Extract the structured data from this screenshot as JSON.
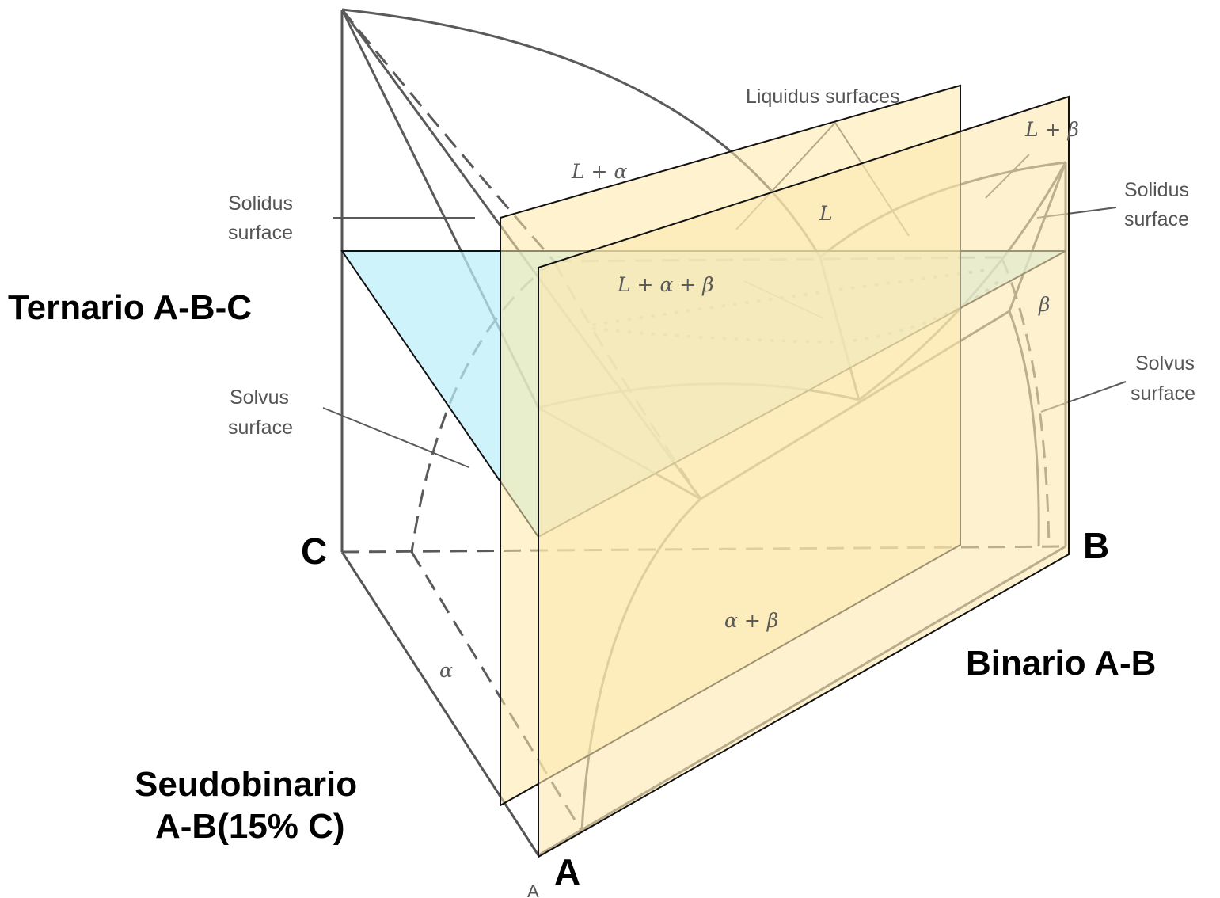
{
  "labels": {
    "liquidus": "Liquidus surfaces",
    "solidus_left_1": "Solidus",
    "solidus_left_2": "surface",
    "solidus_right_1": "Solidus",
    "solidus_right_2": "surface",
    "solvus_left_1": "Solvus",
    "solvus_left_2": "surface",
    "solvus_right_1": "Solvus",
    "solvus_right_2": "surface"
  },
  "phases": {
    "l_alpha": "L + α",
    "l_beta": "L + β",
    "l": "L",
    "l_alpha_beta": "L + α + β",
    "beta": "β",
    "alpha": "α",
    "alpha_beta": "α + β"
  },
  "overlay": {
    "ternary": "Ternario A-B-C",
    "binary": "Binario A-B",
    "pseudo_1": "Seudobinario",
    "pseudo_2": "A-B(15% C)"
  },
  "corners": {
    "a": "A",
    "b": "B",
    "c": "C",
    "a_small": "A"
  },
  "colors": {
    "ternary_plane": "#bdeefa",
    "binary_plane": "#fde9a6",
    "pseudo_plane": "#fbe7b0"
  }
}
